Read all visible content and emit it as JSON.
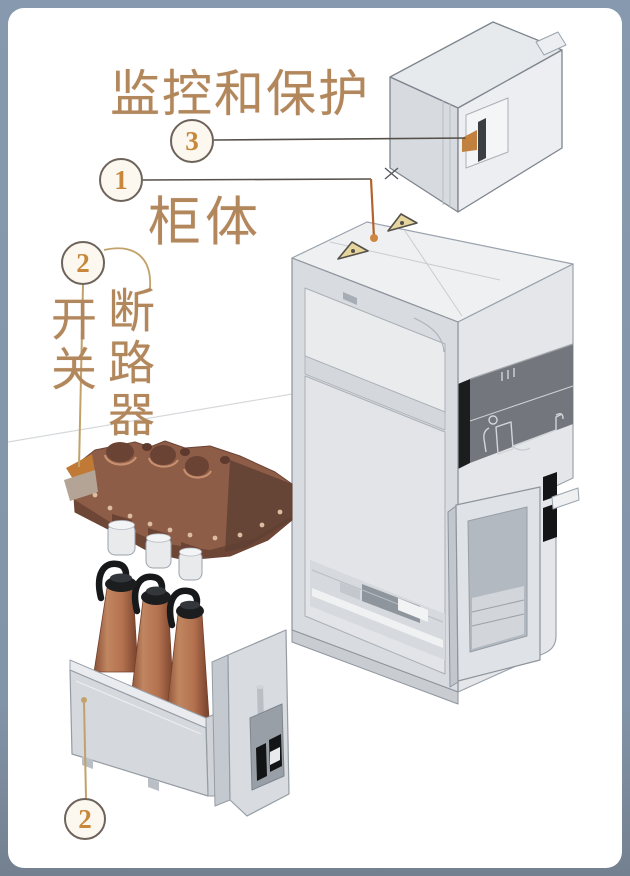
{
  "labels": {
    "monitoring_protection": "监控和保护",
    "cabinet_body": "柜体",
    "switch_vertical": "开关",
    "circuit_breaker_vertical": "断路器"
  },
  "callouts": {
    "three": "3",
    "one": "1",
    "two_top": "2",
    "two_bottom": "2"
  },
  "colors": {
    "frame_border": "#8294a9",
    "background": "#ffffff",
    "label_text": "#b2875c",
    "callout_number": "#c8883c",
    "callout_ring": "#6d635a",
    "leader_dark": "#55504a",
    "leader_tan": "#c2a26a",
    "copper_insulator": "#b4714f",
    "breaker_body_brown": "#8a5a45",
    "cabinet_gray": "#d8dbdf",
    "control_band_dark": "#73767c"
  }
}
